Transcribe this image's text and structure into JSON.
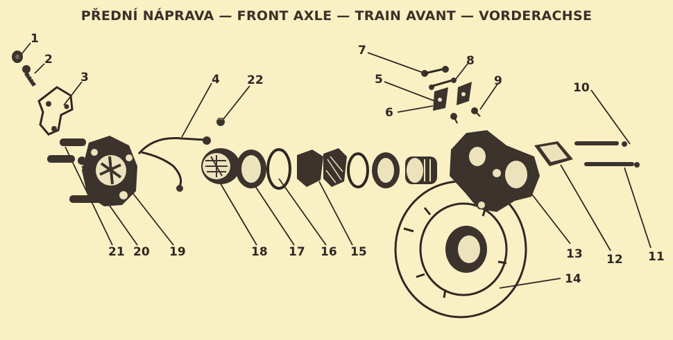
{
  "title": "PŘEDNÍ NÁPRAVA — FRONT AXLE — TRAIN AVANT — VORDERACHSE",
  "part_numbers": [
    "1",
    "2",
    "3",
    "4",
    "5",
    "6",
    "7",
    "8",
    "9",
    "10",
    "11",
    "12",
    "13",
    "14",
    "15",
    "16",
    "17",
    "18",
    "19",
    "20",
    "21",
    "22"
  ],
  "colors": {
    "paper": "#f9f0c4",
    "ink": "#2f2822"
  }
}
